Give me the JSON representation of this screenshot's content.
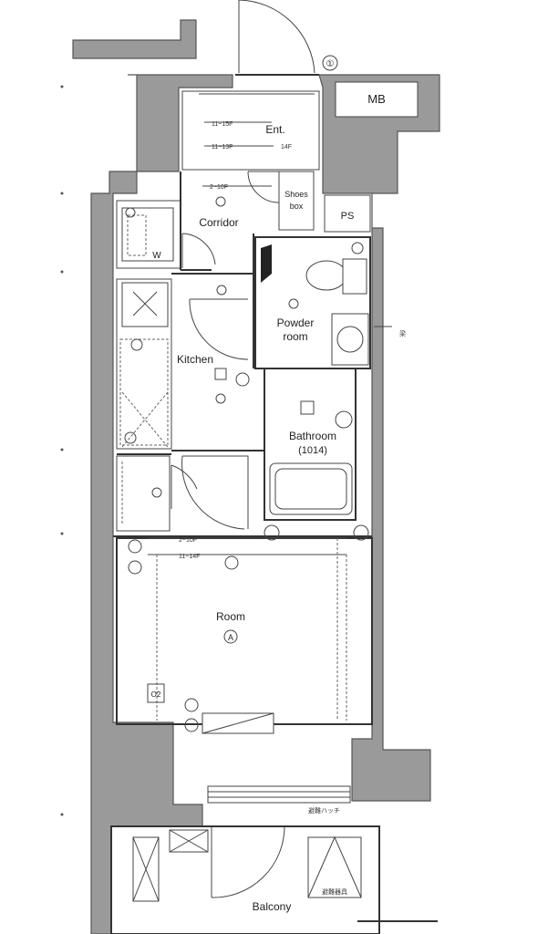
{
  "rooms": {
    "entrance": "Ent.",
    "shoes_box": "Shoes box",
    "ps": "PS",
    "mb": "MB",
    "corridor": "Corridor",
    "washer": "W",
    "powder_room_line1": "Powder",
    "powder_room_line2": "room",
    "kitchen": "Kitchen",
    "bathroom": "Bathroom",
    "bathroom_size": "(1014)",
    "room": "Room",
    "balcony": "Balcony"
  },
  "annotations": {
    "circled_one": "①",
    "entrance_dim_1": "11~15F",
    "entrance_dim_2": "11~13F",
    "entrance_dim_3": "14F",
    "corridor_dim": "2~10F",
    "room_dim_1": "2~10F",
    "room_dim_2": "11~14F",
    "vertical_note": "梁",
    "balcony_note": "避難器具",
    "window_note": "避難ハッチ",
    "room_symbol": "A",
    "outlet_label": "O2"
  },
  "colors": {
    "wall": "#9a9a9a",
    "line": "#333333"
  }
}
